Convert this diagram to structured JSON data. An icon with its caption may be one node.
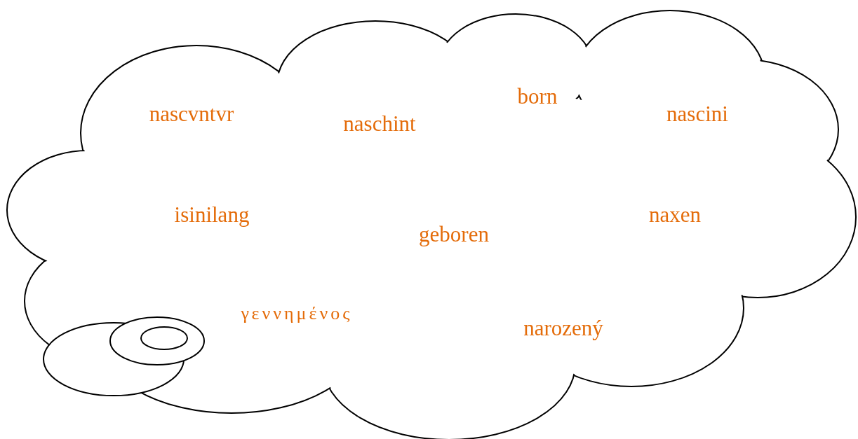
{
  "diagram": {
    "nodes": [
      {
        "text": [
          "nascvntvr",
          "naschint",
          "born",
          "nascini",
          "isinilang",
          "geboren",
          "naxen",
          "γεννημένος",
          "narozený"
        ]
      }
    ]
  }
}
